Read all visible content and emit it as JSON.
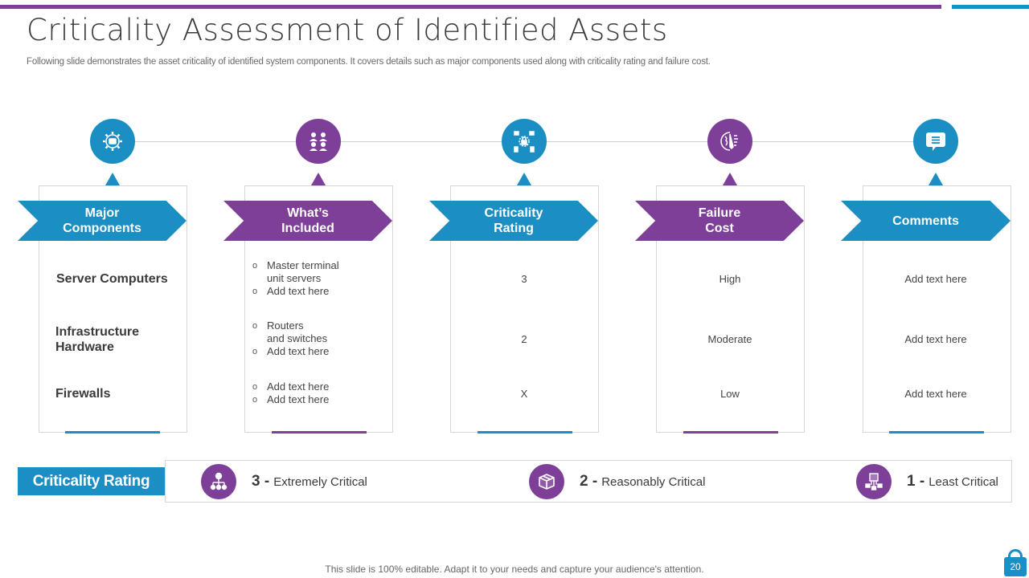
{
  "colors": {
    "blue": "#1b8fc4",
    "purple": "#7d3f98"
  },
  "header": {
    "title": "Criticality Assessment of Identified Assets",
    "subtitle": "Following slide demonstrates the asset criticality of identified system components. It covers details such as major components used along with criticality rating and failure cost."
  },
  "columns": [
    {
      "heading_line1": "Major",
      "heading_line2": "Components",
      "icon": "gear-puzzle-icon",
      "color": "blue"
    },
    {
      "heading_line1": "What’s",
      "heading_line2": "Included",
      "icon": "team-icon",
      "color": "purple"
    },
    {
      "heading_line1": "Criticality",
      "heading_line2": "Rating",
      "icon": "network-lock-icon",
      "color": "blue"
    },
    {
      "heading_line1": "Failure",
      "heading_line2": "Cost",
      "icon": "brain-pencil-icon",
      "color": "purple"
    },
    {
      "heading_line1": "Comments",
      "heading_line2": "",
      "icon": "chat-bubble-icon",
      "color": "blue"
    }
  ],
  "rows": [
    {
      "component": "Server Computers",
      "included": [
        "Master terminal unit servers",
        "Add text here"
      ],
      "included_lines": [
        "Master terminal",
        "unit servers"
      ],
      "rating": "3",
      "failure_cost": "High",
      "comment": "Add text here"
    },
    {
      "component_line1": "Infrastructure",
      "component_line2": "Hardware",
      "included_lines": [
        "Routers",
        "and switches"
      ],
      "included_extra": "Add text here",
      "rating": "2",
      "failure_cost": "Moderate",
      "comment": "Add text here"
    },
    {
      "component": "Firewalls",
      "included": [
        "Add text here",
        "Add text here"
      ],
      "rating": "X",
      "failure_cost": "Low",
      "comment": "Add text here"
    }
  ],
  "legend": {
    "label": "Criticality Rating",
    "items": [
      {
        "num": "3 -",
        "text": "Extremely Critical",
        "icon": "hierarchy-icon"
      },
      {
        "num": "2 -",
        "text": "Reasonably Critical",
        "icon": "box-icon"
      },
      {
        "num": "1 -",
        "text": "Least Critical",
        "icon": "flowchart-icon"
      }
    ]
  },
  "footer": {
    "text": "This slide is 100% editable. Adapt it to your needs and capture your audience's attention.",
    "page_number": "20"
  }
}
